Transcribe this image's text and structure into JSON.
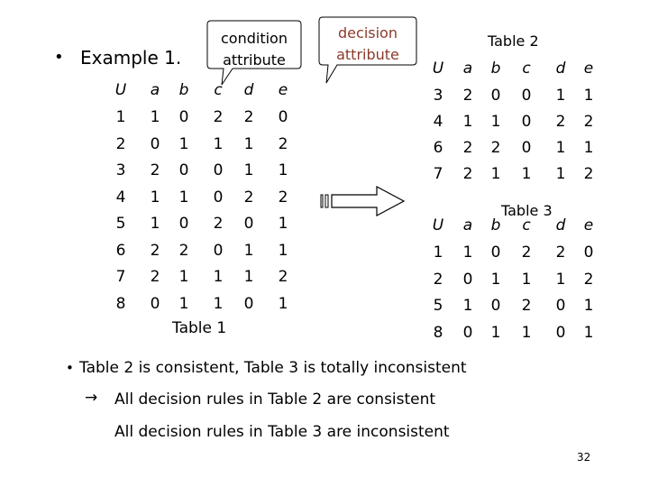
{
  "slide": {
    "example_bullet": "•",
    "example_title": "Example 1.",
    "callout_condition_line1": "condition",
    "callout_condition_line2": "attribute",
    "callout_decision_line1": "decision",
    "callout_decision_line2": "attribute",
    "arrow_icon": "double-arrow-right-icon",
    "page_number": "32"
  },
  "table1": {
    "caption": "Table 1",
    "headers": [
      "U",
      "a",
      "b",
      "c",
      "d",
      "e"
    ],
    "rows": [
      [
        "1",
        "1",
        "0",
        "2",
        "2",
        "0"
      ],
      [
        "2",
        "0",
        "1",
        "1",
        "1",
        "2"
      ],
      [
        "3",
        "2",
        "0",
        "0",
        "1",
        "1"
      ],
      [
        "4",
        "1",
        "1",
        "0",
        "2",
        "2"
      ],
      [
        "5",
        "1",
        "0",
        "2",
        "0",
        "1"
      ],
      [
        "6",
        "2",
        "2",
        "0",
        "1",
        "1"
      ],
      [
        "7",
        "2",
        "1",
        "1",
        "1",
        "2"
      ],
      [
        "8",
        "0",
        "1",
        "1",
        "0",
        "1"
      ]
    ]
  },
  "table2": {
    "caption": "Table 2",
    "headers": [
      "U",
      "a",
      "b",
      "c",
      "d",
      "e"
    ],
    "rows": [
      [
        "3",
        "2",
        "0",
        "0",
        "1",
        "1"
      ],
      [
        "4",
        "1",
        "1",
        "0",
        "2",
        "2"
      ],
      [
        "6",
        "2",
        "2",
        "0",
        "1",
        "1"
      ],
      [
        "7",
        "2",
        "1",
        "1",
        "1",
        "2"
      ]
    ]
  },
  "table3": {
    "caption": "Table 3",
    "headers": [
      "U",
      "a",
      "b",
      "c",
      "d",
      "e"
    ],
    "rows": [
      [
        "1",
        "1",
        "0",
        "2",
        "2",
        "0"
      ],
      [
        "2",
        "0",
        "1",
        "1",
        "1",
        "2"
      ],
      [
        "5",
        "1",
        "0",
        "2",
        "0",
        "1"
      ],
      [
        "8",
        "0",
        "1",
        "1",
        "0",
        "1"
      ]
    ]
  },
  "conclusion": {
    "bullet": "•",
    "line1": "Table 2 is consistent, Table 3 is totally inconsistent",
    "arrow": "→",
    "line2": "All decision rules in Table 2 are consistent",
    "line3": "All decision rules in Table 3 are inconsistent"
  }
}
